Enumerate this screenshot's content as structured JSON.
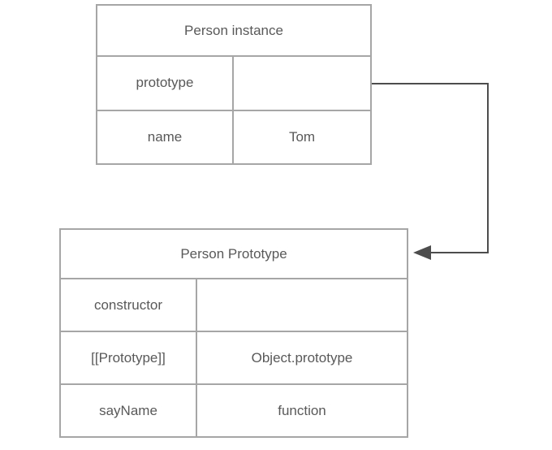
{
  "diagram": {
    "instance_table": {
      "title": "Person instance",
      "rows": [
        {
          "key": "prototype",
          "value": ""
        },
        {
          "key": "name",
          "value": "Tom"
        }
      ]
    },
    "prototype_table": {
      "title": "Person Prototype",
      "rows": [
        {
          "key": "constructor",
          "value": ""
        },
        {
          "key": "[[Prototype]]",
          "value": "Object.prototype"
        },
        {
          "key": "sayName",
          "value": "function"
        }
      ]
    },
    "connector": {
      "from": "Person instance / prototype",
      "to": "Person Prototype"
    },
    "colors": {
      "table_border": "#a6a6a6",
      "text": "#595959",
      "arrow": "#4d4d4d",
      "background": "#ffffff"
    }
  }
}
